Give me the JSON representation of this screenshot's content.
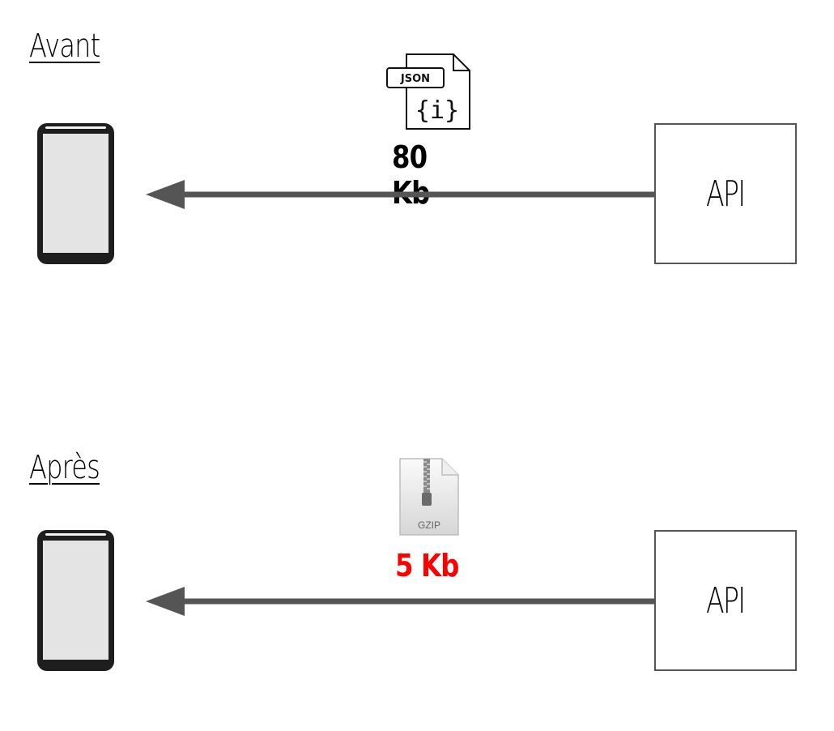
{
  "sections": {
    "before": {
      "title": "Avant",
      "file_type_label": "JSON",
      "file_glyph": "{i}",
      "size": "80 Kb",
      "size_color": "#000000",
      "server_label": "API",
      "file_icon": "json-file-icon",
      "client_icon": "smartphone-icon"
    },
    "after": {
      "title": "Après",
      "file_type_label": "GZIP",
      "size": "5 Kb",
      "size_color": "#ff0000",
      "server_label": "API",
      "file_icon": "gzip-archive-icon",
      "client_icon": "smartphone-icon"
    }
  },
  "colors": {
    "arrow": "#555555",
    "phone_body": "#1e1e1e",
    "phone_screen": "#e4e4e4",
    "box_border": "#555555",
    "highlight": "#ff0000"
  }
}
